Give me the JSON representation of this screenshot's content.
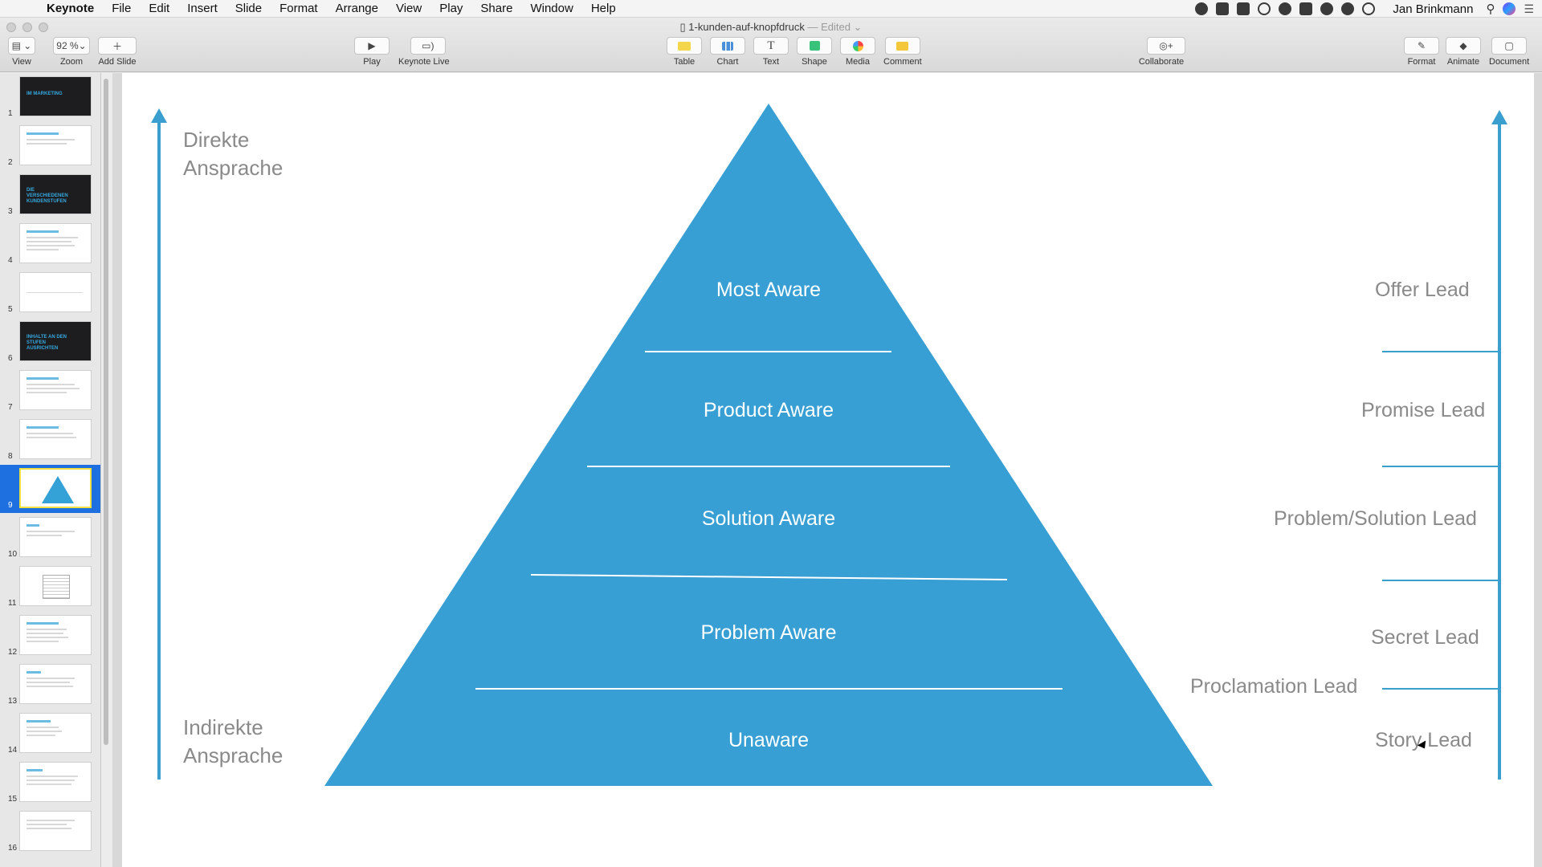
{
  "menubar": {
    "apple_icon": "apple-logo-icon",
    "app_name": "Keynote",
    "items": [
      "File",
      "Edit",
      "Insert",
      "Slide",
      "Format",
      "Arrange",
      "View",
      "Play",
      "Share",
      "Window",
      "Help"
    ],
    "user_name": "Jan Brinkmann"
  },
  "window": {
    "doc_title": "1-kunden-auf-knopfdruck",
    "edited": "— Edited"
  },
  "toolbar": {
    "view": "View",
    "zoom": "Zoom",
    "zoom_value": "92 %",
    "add_slide": "Add Slide",
    "play": "Play",
    "keynote_live": "Keynote Live",
    "table": "Table",
    "chart": "Chart",
    "text": "Text",
    "shape": "Shape",
    "media": "Media",
    "comment": "Comment",
    "collaborate": "Collaborate",
    "format": "Format",
    "animate": "Animate",
    "document": "Document"
  },
  "navigator": {
    "numbers": [
      "1",
      "2",
      "3",
      "4",
      "5",
      "6",
      "7",
      "8",
      "9",
      "10",
      "11",
      "12",
      "13",
      "14",
      "15",
      "16"
    ],
    "selected": 9,
    "thumb_texts": {
      "1": "IM MARKETING",
      "3": "DIE VERSCHIEDENEN KUNDENSTUFEN",
      "6": "INHALTE AN DEN STUFEN AUSRICHTEN"
    }
  },
  "slide": {
    "left_top": "Direkte\nAnsprache",
    "left_top_l1": "Direkte",
    "left_top_l2": "Ansprache",
    "left_bottom_l1": "Indirekte",
    "left_bottom_l2": "Ansprache",
    "levels": [
      "Most Aware",
      "Product Aware",
      "Solution Aware",
      "Problem Aware",
      "Unaware"
    ],
    "leads": [
      "Offer Lead",
      "Promise Lead",
      "Problem/Solution Lead",
      "Secret Lead",
      "Proclamation Lead",
      "Story Lead"
    ],
    "colors": {
      "pyramid": "#379fd4",
      "arrow": "#3a9fcf",
      "text": "#8a8a8a"
    }
  }
}
